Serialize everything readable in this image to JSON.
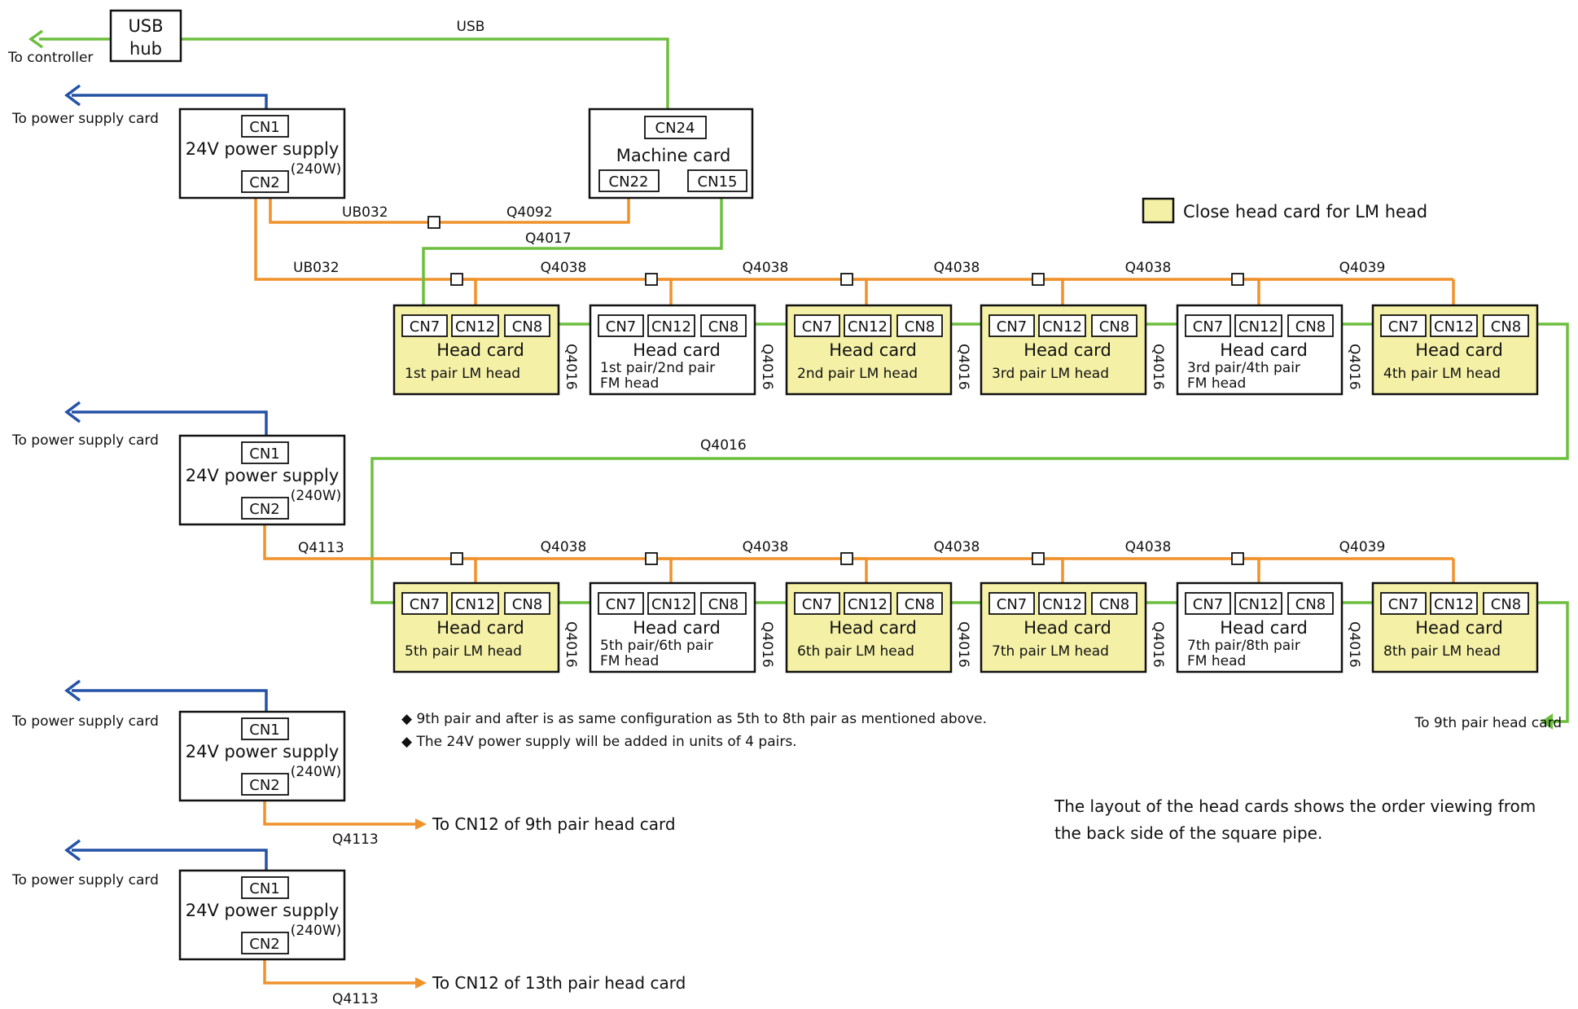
{
  "usb_hub": {
    "label_line1": "USB",
    "label_line2": "hub"
  },
  "to_controller": "To controller",
  "usb_wire_label": "USB",
  "machine_card": {
    "title": "Machine card",
    "connectors": [
      "CN24",
      "CN22",
      "CN15"
    ]
  },
  "power_supplies": [
    {
      "cn_top": "CN1",
      "title": "24V power supply",
      "rating": "(240W)",
      "cn_bottom": "CN2",
      "to_label": "To power supply card"
    },
    {
      "cn_top": "CN1",
      "title": "24V power supply",
      "rating": "(240W)",
      "cn_bottom": "CN2",
      "to_label": "To power supply card"
    },
    {
      "cn_top": "CN1",
      "title": "24V power supply",
      "rating": "(240W)",
      "cn_bottom": "CN2",
      "to_label": "To power supply card"
    },
    {
      "cn_top": "CN1",
      "title": "24V power supply",
      "rating": "(240W)",
      "cn_bottom": "CN2",
      "to_label": "To power supply card"
    }
  ],
  "legend": {
    "text": "Close head card for LM head",
    "color": "#f4f0a6"
  },
  "wire_labels": {
    "ub032_a": "UB032",
    "q4092": "Q4092",
    "q4017": "Q4017",
    "ub032_b": "UB032",
    "q4016_long": "Q4016",
    "q4113_a": "Q4113",
    "q4113_b": "Q4113",
    "q4113_c": "Q4113",
    "row1_segments": [
      "Q4038",
      "Q4038",
      "Q4038",
      "Q4038",
      "Q4039"
    ],
    "row2_segments": [
      "Q4038",
      "Q4038",
      "Q4038",
      "Q4038",
      "Q4039"
    ],
    "between_cards": "Q4016"
  },
  "head_card_connectors": [
    "CN7",
    "CN12",
    "CN8"
  ],
  "head_cards_row1": [
    {
      "title": "Head card",
      "sub1": "1st pair LM head",
      "sub2": "",
      "lm": true
    },
    {
      "title": "Head card",
      "sub1": "1st pair/2nd pair",
      "sub2": "FM head",
      "lm": false
    },
    {
      "title": "Head card",
      "sub1": "2nd pair LM head",
      "sub2": "",
      "lm": true
    },
    {
      "title": "Head card",
      "sub1": "3rd pair LM head",
      "sub2": "",
      "lm": true
    },
    {
      "title": "Head card",
      "sub1": "3rd pair/4th pair",
      "sub2": "FM head",
      "lm": false
    },
    {
      "title": "Head card",
      "sub1": "4th pair LM head",
      "sub2": "",
      "lm": true
    }
  ],
  "head_cards_row2": [
    {
      "title": "Head card",
      "sub1": "5th pair LM head",
      "sub2": "",
      "lm": true
    },
    {
      "title": "Head card",
      "sub1": "5th pair/6th pair",
      "sub2": "FM head",
      "lm": false
    },
    {
      "title": "Head card",
      "sub1": "6th pair LM head",
      "sub2": "",
      "lm": true
    },
    {
      "title": "Head card",
      "sub1": "7th pair LM head",
      "sub2": "",
      "lm": true
    },
    {
      "title": "Head card",
      "sub1": "7th pair/8th pair",
      "sub2": "FM head",
      "lm": false
    },
    {
      "title": "Head card",
      "sub1": "8th pair LM head",
      "sub2": "",
      "lm": true
    }
  ],
  "to_9th_pair": "To 9th pair head card",
  "to_cn12_9th": "To CN12 of 9th pair head card",
  "to_cn12_13th": "To CN12 of 13th pair head card",
  "notes": [
    "◆ 9th pair and after is as same configuration as 5th to 8th pair as mentioned above.",
    "◆ The 24V power supply will be added in units of 4 pairs."
  ],
  "layout_note_line1": "The layout of the head cards shows the order viewing from",
  "layout_note_line2": "the back side of the square pipe.",
  "colors": {
    "orange_wire": "#f0922c",
    "green_wire": "#6cbf3d",
    "blue_wire": "#2452a6",
    "lm_card_fill": "#f4f0a6"
  }
}
